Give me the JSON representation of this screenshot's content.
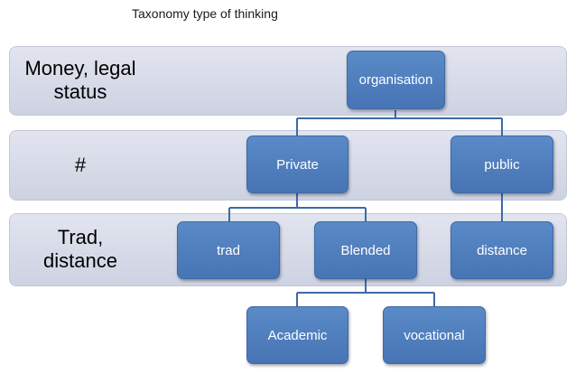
{
  "title": "Taxonomy type of thinking",
  "levels": [
    {
      "label": "Money, legal\nstatus"
    },
    {
      "label": "#"
    },
    {
      "label": "Trad,\ndistance"
    }
  ],
  "nodes": {
    "organisation": "organisation",
    "private": "Private",
    "public": "public",
    "trad": "trad",
    "blended": "Blended",
    "distance": "distance",
    "academic": "Academic",
    "vocational": "vocational"
  },
  "colors": {
    "node_fill": "#4f81bd",
    "connector": "#3e69a6",
    "band_fill": "#d6dae7"
  }
}
